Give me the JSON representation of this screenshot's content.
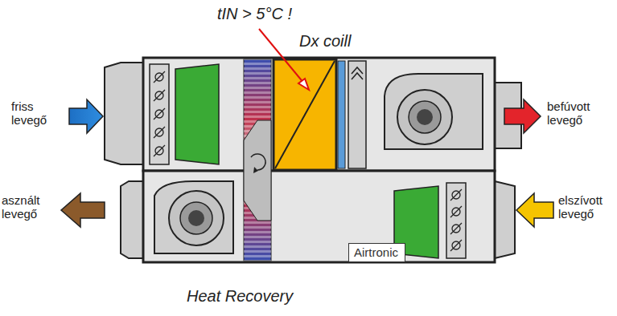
{
  "diagram": {
    "nodes": [
      {
        "text": [
          "Airtronic"
        ]
      }
    ],
    "labels": [
      "tIN > 5°C !",
      "Dx coill",
      "friss levegő",
      "befúvott levegő",
      "asznált levegő",
      "elszívott levegő",
      "Heat Recovery"
    ]
  }
}
